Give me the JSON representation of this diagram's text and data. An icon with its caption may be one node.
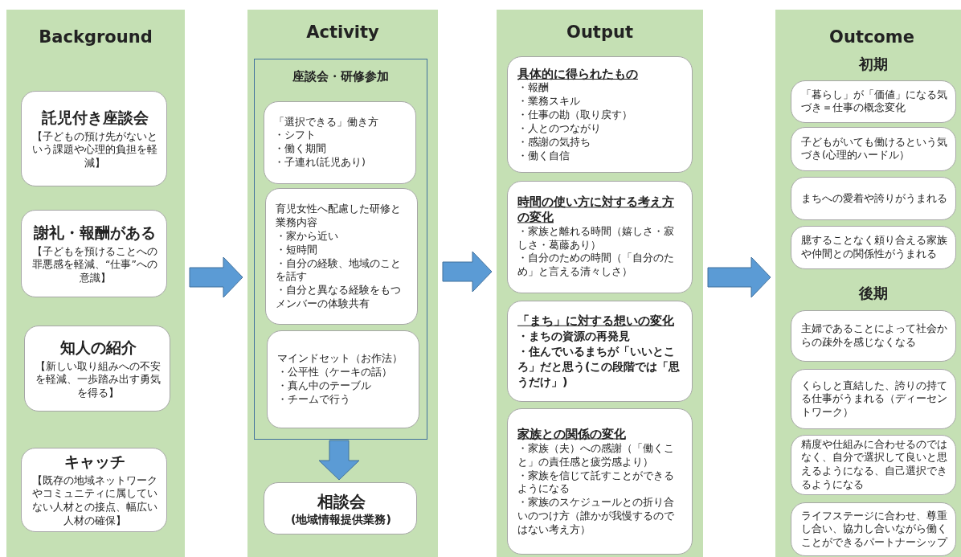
{
  "diagram": {
    "nodes": [
      {
        "text": [
          "Background"
        ]
      },
      {
        "text": [
          "託児付き座談会",
          "【子どもの預け先がないという課題や心理的負担を軽減】"
        ],
        "in": 0
      },
      {
        "text": [
          "謝礼・報酬がある",
          "【子どもを預けることへの罪悪感を軽減、“仕事”への意識】"
        ],
        "in": 0
      },
      {
        "text": [
          "知人の紹介",
          "【新しい取り組みへの不安を軽減、一歩踏み出す勇気を得る】"
        ],
        "in": 0
      },
      {
        "text": [
          "キャッチ",
          "【既存の地域ネットワークやコミュニティに属していない人材との接点、幅広い人材の確保】"
        ],
        "in": 0
      },
      {
        "text": [
          "Activity"
        ]
      },
      {
        "text": [
          "座談会・研修参加"
        ],
        "in": 5
      },
      {
        "text": [
          "「選択できる」働き方",
          "・シフト",
          "・働く期間",
          "・子連れ(託児あり)"
        ],
        "in": 6
      },
      {
        "text": [
          "育児女性へ配慮した研修と業務内容",
          "・家から近い",
          "・短時間",
          "・自分の経験、地域のことを話す",
          "・自分と異なる経験をもつメンバーの体験共有"
        ],
        "in": 6
      },
      {
        "text": [
          "マインドセット（お作法）",
          "・公平性（ケーキの話）",
          "・真ん中のテーブル",
          "・チームで行う"
        ],
        "in": 6
      },
      {
        "text": [
          "相談会",
          "(地域情報提供業務)"
        ],
        "in": 5
      },
      {
        "text": [
          "Output"
        ]
      },
      {
        "text": [
          "具体的に得られたもの",
          "・報酬",
          "・業務スキル",
          "・仕事の勘（取り戻す）",
          "・人とのつながり",
          "・感謝の気持ち",
          "・働く自信"
        ],
        "in": 11
      },
      {
        "text": [
          "時間の使い方に対する考え方の変化",
          "・家族と離れる時間（嬉しさ・寂しさ・葛藤あり）",
          "・自分のための時間（「自分のため」と言える清々しさ）"
        ],
        "in": 11
      },
      {
        "text": [
          "「まち」に対する想いの変化",
          "・まちの資源の再発見",
          "・住んでいるまちが「いいところ」だと思う(この段階では「思うだけ」)"
        ],
        "in": 11
      },
      {
        "text": [
          "家族との関係の変化",
          "・家族（夫）への感謝（「働くこと」の責任感と疲労感より）",
          "・家族を信じて託すことができるようになる",
          "・家族のスケジュールとの折り合いのつけ方（誰かが我慢するのではない考え方）"
        ],
        "in": 11
      },
      {
        "text": [
          "Outcome"
        ]
      },
      {
        "text": [
          "「暮らし」が「価値」になる気づき＝仕事の概念変化"
        ],
        "in": 16
      },
      {
        "text": [
          "子どもがいても働けるという気づき(心理的ハードル）"
        ],
        "in": 16
      },
      {
        "text": [
          "まちへの愛着や誇りがうまれる"
        ],
        "in": 16
      },
      {
        "text": [
          "臆することなく頼り合える家族や仲間との関係性がうまれる"
        ],
        "in": 16
      },
      {
        "text": [
          "主婦であることによって社会からの疎外を感じなくなる"
        ],
        "in": 16
      },
      {
        "text": [
          "くらしと直結した、誇りの持てる仕事がうまれる（ディーセントワーク）"
        ],
        "in": 16
      },
      {
        "text": [
          "精度や仕組みに合わせるのではなく、自分で選択して良いと思えるようになる、自己選択できるようになる"
        ],
        "in": 16
      },
      {
        "text": [
          "ライフステージに合わせ、尊重し合い、協力し合いながら働くことができるパートナーシップ"
        ],
        "in": 16
      }
    ],
    "edges": [
      {
        "from": 0,
        "to": 5,
        "arrow": "to"
      },
      {
        "from": 5,
        "to": 11,
        "arrow": "to"
      },
      {
        "from": 11,
        "to": 16,
        "arrow": "to"
      },
      {
        "from": 6,
        "to": 10,
        "arrow": "to"
      }
    ],
    "labels": [
      "初期",
      "後期"
    ]
  }
}
